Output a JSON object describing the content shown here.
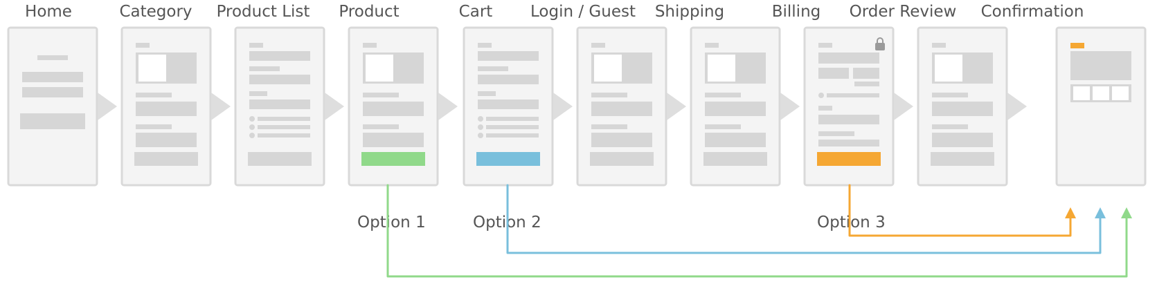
{
  "steps": [
    {
      "title": "Home",
      "kind": "home"
    },
    {
      "title": "Category",
      "kind": "hero"
    },
    {
      "title": "Product List",
      "kind": "list"
    },
    {
      "title": "Product",
      "kind": "hero",
      "cta": "green"
    },
    {
      "title": "Cart",
      "kind": "list",
      "cta": "blue"
    },
    {
      "title": "Login / Guest",
      "kind": "hero"
    },
    {
      "title": "Shipping",
      "kind": "hero"
    },
    {
      "title": "Billing",
      "kind": "billing",
      "cta": "orange",
      "locked": true
    },
    {
      "title": "Order Review",
      "kind": "hero"
    },
    {
      "title": "Confirmation",
      "kind": "confirm"
    }
  ],
  "options": [
    {
      "label": "Option 1",
      "from_step": 3,
      "color": "#90d98a"
    },
    {
      "label": "Option 2",
      "from_step": 4,
      "color": "#79bfdc"
    },
    {
      "label": "Option 3",
      "from_step": 7,
      "color": "#f5a733"
    }
  ],
  "colors": {
    "frame_border": "#d9d9d9",
    "frame_fill": "#f4f4f4",
    "block": "#d6d6d6",
    "chevron": "#dedede",
    "green": "#90d98a",
    "blue": "#79bfdc",
    "orange": "#f5a733",
    "lock": "#9a9a9a"
  },
  "icons": {
    "lock": "lock-icon",
    "chevron": "chevron-right-icon"
  }
}
